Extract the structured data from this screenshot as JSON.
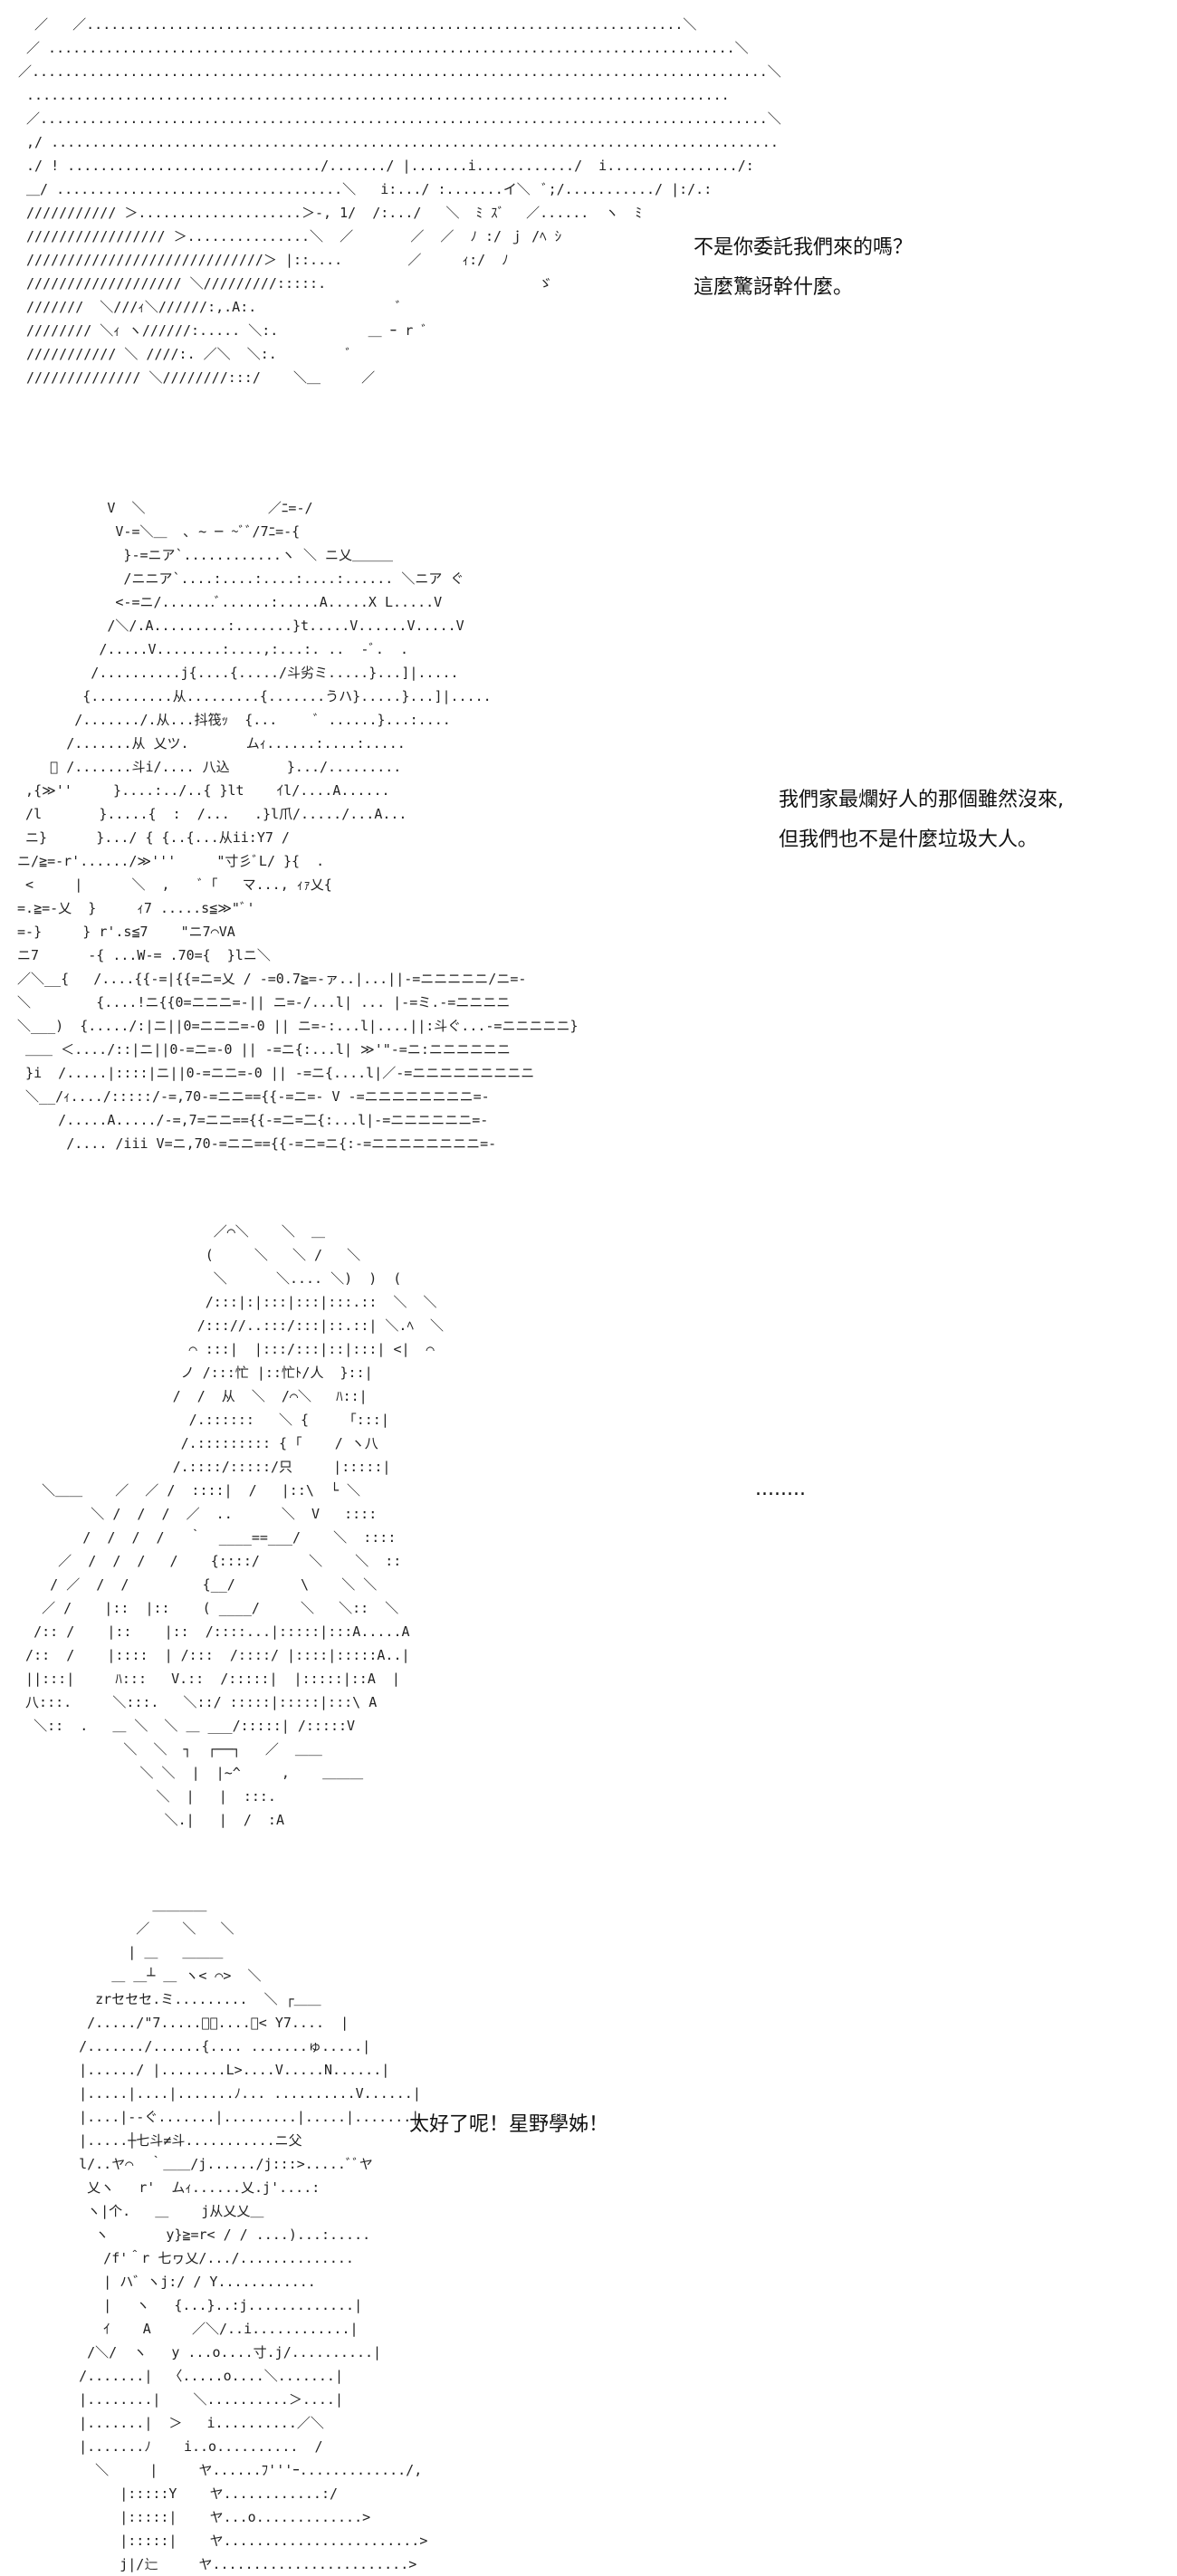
{
  "panels": [
    {
      "art": "  ／   ／.........................................................................＼\n ／ ....................................................................................＼\n／..........................................................................................＼\n ......................................................................................\n ／.........................................................................................＼\n ,/ .........................................................................................\n ./ ! .............................../......./ |.......i............/  i................/:\n ＿/ ...................................＼   i:.../ :.......イ＼  ﾞ;/.........../ |:/.:\n /////////// ＞....................＞-, 1/  /:.../   ＼  ﾐ ｽﾞ　 ／......  ヽ  ﾐ\n ///////////////// ＞...............＼  ／       ／  ／  ﾉ :/ ｊ /ﾍ ｼ\n /////////////////////////////＞ |::....        ／     ｨ:/  ﾉ\n /////////////////// ＼/////////:::::.                          ゞ\n ///////  ＼///ｨ＼//////:,.A:.                 ﾞ\n //////// ＼ｨ ヽ//////:..... ＼:.           ＿ ｰ r ﾞ\n /////////// ＼ ////:. ／＼  ＼:.         ﾞ\n ////////////// ＼////////:::/    ＼＿     ／",
      "lines": [
        "不是你委託我們來的嗎？",
        "這麼驚訝幹什麼。"
      ]
    },
    {
      "art": "            V  ＼               ／ﾆ=-/\n             V-=＼＿  ､ ~ ─ ~ﾞﾞ/7ﾆ=-{\n              }-=ニア`............ヽ ＼ ニ乂＿＿＿\n              /ニニア`....:....:....:....:...... ＼ニア ぐ\n             <-=ニ/.......ﾞ......:.....A.....X L.....V\n            /＼/.A.........:.......}t.....V......V.....V\n           /.....V........:....,:...:. ..  -ﾞ.  .\n          /..........j{....{...../斗劣ミ.....}...]|.....\n         {..........从.........{.......うハ}.....}...]|.....\n        /......./.从...抖筏ｯ  {...     ﾞ ......}...:....\n       /.......从 乂ツ.       ムｨ......:....:.....\n     ﾞ /.......斗i/.... 八込       }.../.........\n  ,{≫''     }....:../..{ }lt    ｲl/....A......\n  /l       }.....{  :  /...   .}l爪/...../...A...\n  ニ}      }.../ { {..{...从ii:Y7 / \n ニ/≧=-r'....../≫'''     \"寸彡ﾞL/ }{  .\n  <     |      ＼  ,    ﾞ「   マ..., ｨｧ乂{ \n =.≧=-乂  }     ｨ7 .....s≦≫\"ﾞ'      \n =-}     } r'.s≦7    \"ニ7⌒VA    \n ニ7      -{ ...W-= .70={  }lニ＼\n ／＼__{   /....{{-=|{{=ニ=乂 / -=0.7≧=-ァ..|...||-=ニニニニニ/ニ=-\n ＼        {....!ニ{{0=ニニニ=-|| ニ=-/...l| ... |-=ミ.-=ニニニニ\n ＼___)  {...../:|ニ||0=ニニニ=-0 || ニ=-:...l|....||:斗ぐ...-=ニニニニニ}\n  ＿＿ ＜..../::|ニ||0-=ニ=-0 || -=ニ{:...l| ≫'\"-=ニ:ニニニニニニ\n  }i  /.....|::::|ニ||0-=ニニ=-0 || -=ニ{....l|／-=ニニニニニニニニニ\n  ＼__/ｨ..../:::::/-=,70-=ニニ=={{-=ニ=- V -=ニニニニニニニニ=-\n      /.....A...../-=,7=ニニ=={{-=ニ=二{:...l|-=ニニニニニニ=-\n       /.... /iii V=ニ,70-=ニニ=={{-=ニ=ニ{:-=ニニニニニニニニ=-",
      "lines": [
        "我們家最爛好人的那個雖然沒來,",
        "但我們也不是什麼垃圾大人。"
      ]
    },
    {
      "art": "                         ／⌒＼    ＼  ＿\n                        (     ＼   ＼ /   ＼\n                         ＼      ＼.... ＼)  )  (\n                        /:::|:|:::|:::|:::.::  ＼  ＼\n                       /::://..:::/:::|::.::| ＼.ﾍ  ＼\n                      ⌒ :::|  |:::/:::|::|:::| <|  ⌒\n                     ノ /:::忙 |::忙ﾄ/人  }::|\n                    /  /  从  ＼  /⌒＼   ﾊ::|\n                      /.::::::   ＼ {     ｢:::|\n                     /.::::::::: { ｢    / ヽ八\n                    /.::::/:::::/只     |:::::|\n    ＼＿＿    ／  ／ /  ::::|  /   |::\\  └ ＼ \n          ＼ /  /  /  ／  ..      ＼  V   ::::\n         /  /  /  /   ｀  ____==___/    ＼  ::::\n      ／  /  /  /   /    {::::/      ＼    ＼  ::\n     / ／  /  /         {__/        \\    ＼ ＼\n    ／ /    |::  |::    ( ____/     ＼   ＼::  ＼\n   /:: /    |::    |::  /::::...|:::::|:::A.....A \n  /::  /    |::::  | /:::  /::::/ |::::|:::::A..|\n  ||:::|     ﾊ:::   V.::  /:::::|  |:::::|::A  |\n  八:::.     ＼:::.   ＼::/ :::::|:::::|:::\\ A\n   ＼::  .   ＿ ＼  ＼ ＿ ___/:::::| /:::::V\n              ＼  ＼  ┐  ┌──┐   ／  ＿＿\n                ＼ ＼  |  |~^     ,    ＿＿＿\n                  ＼  |   |  :::.\n                   ＼.|   |  /  :A",
      "lines": [
        "........"
      ]
    },
    {
      "art": "            ＿＿＿＿   \n          ／    ＼   ＼\n         | ＿   ＿＿＿\n       ＿ ＿┴ ＿ ヽ< ⌒>  ＼\n     zrセセセ.ミ.........  ＼ ┌＿＿\n    /...../\"7.....ﾞﾞ....ﾞ< Y7....  |\n   /......./......{.... .......ゅ.....|\n   |....../ |........L>....V.....N......|\n   |.....|....|.......ﾉ... ..........V......|\n   |....|--ぐ.......|.........|.....|.......|\n   |.....┼七斗≠斗...........ニ父\n   l/..ヤ⌒  ｀＿＿/j....../j:::>.....ﾞﾞヤ\n    乂ヽ   r'  ムｨ......乂.j'....:\n    ヽ|个.   ＿    j从乂乂＿\n     ヽ       y}≧=r< / / ....)...:.....\n      /f'＾r 七ヮ乂/.../..............\n      | ハ゛ヽj:/ / Y............\n      |   ヽ   {...}..:j.............|\n      ｲ    A     ／＼/..i............|\n    /＼/  ヽ   y ...o....寸.j/..........|\n   /.......|  〈.....o....＼.......|\n   |........|    ＼..........＞....|\n   |.......|  ＞   i..........／＼\n   |.......ﾉ    i..o..........  /\n     ＼     |     ヤ......ﾌ'''ｰ............./,\n        |:::::Y    ヤ............:/\n        |:::::|    ヤ...o.............>\n        |:::::|    ヤ........................>\n        j|/辷     ヤ........................>",
      "lines": [
        "太好了呢！星野學姊！"
      ]
    }
  ]
}
